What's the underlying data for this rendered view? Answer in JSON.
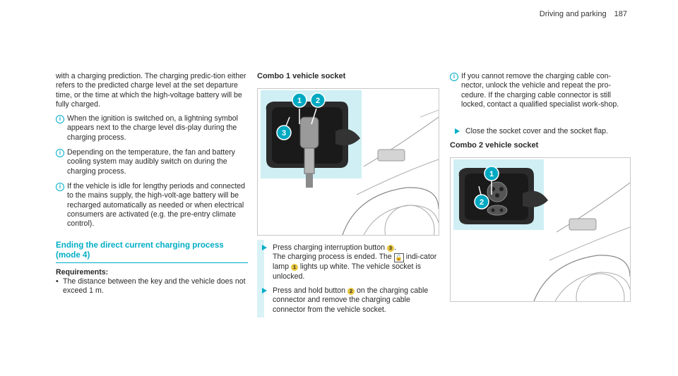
{
  "header": {
    "section": "Driving and parking",
    "page": "187"
  },
  "col1": {
    "intro": "with a charging prediction. The charging predic-tion either refers to the predicted charge level at the set departure time, or the time at which the high-voltage battery will be fully charged.",
    "notes": [
      "When the ignition is switched on, a lightning symbol appears next to the charge level dis-play during the charging process.",
      "Depending on the temperature, the fan and battery cooling system may audibly switch on during the charging process.",
      "If the vehicle is idle for lengthy periods and connected to the mains supply, the high-volt-age battery will be recharged automatically as needed or when electrical consumers are activated (e.g. the pre-entry climate control)."
    ],
    "section_title": "Ending the direct current charging process (mode 4)",
    "requirements_label": "Requirements:",
    "requirement": "The distance between the key and the vehicle does not exceed 1 m."
  },
  "col2": {
    "heading": "Combo 1 vehicle socket",
    "step1_a": "Press charging interruption button",
    "step1_b": "The charging process is ended. The",
    "step1_c": "indi-cator lamp",
    "step1_d": "lights up white. The vehicle socket is unlocked.",
    "step2_a": "Press and hold button",
    "step2_b": "on the charging cable connector and remove the charging cable connector from the vehicle socket.",
    "callouts": [
      "1",
      "2",
      "3"
    ]
  },
  "col3": {
    "note": "If you cannot remove the charging cable con-nector, unlock the vehicle and repeat the pro-cedure. If the charging cable connector is still locked, contact a qualified specialist work-shop.",
    "step": "Close the socket cover and the socket flap.",
    "heading": "Combo 2 vehicle socket",
    "callouts": [
      "1",
      "2"
    ]
  },
  "icons": {
    "info": "info-icon",
    "step": "step-arrow-icon",
    "lamp": "padlock-lamp-icon"
  },
  "colors": {
    "accent": "#00adc6",
    "callout": "#00a9c2",
    "highlight": "#cfeff4",
    "number_badge": "#e8c640"
  }
}
